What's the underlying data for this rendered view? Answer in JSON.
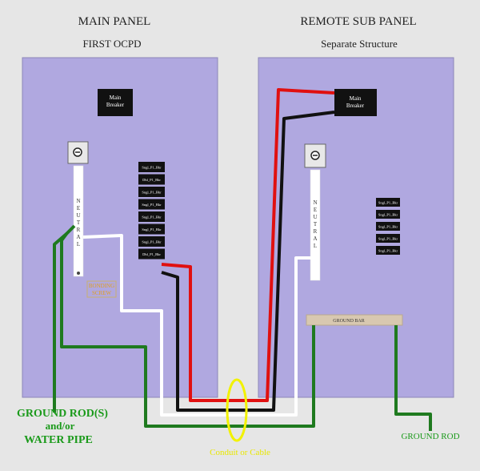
{
  "main_panel": {
    "title": "MAIN PANEL",
    "subtitle": "FIRST OCPD",
    "breaker_line1": "Main",
    "breaker_line2": "Breaker",
    "neutral_letters": [
      "N",
      "E",
      "U",
      "T",
      "R",
      "A",
      "L"
    ],
    "bonding_line1": "BONDING",
    "bonding_line2": "SCREW",
    "breakers": [
      "Sngl_P1_Bkr",
      "Dbl_P1_Bkr",
      "Sngl_P1_Bkr",
      "Sngl_P1_Bkr",
      "Sngl_P1_Bkr",
      "Sngl_P1_Bkr",
      "Sngl_P1_Bkr",
      "Dbl_P1_Bkr"
    ]
  },
  "sub_panel": {
    "title": "REMOTE SUB  PANEL",
    "subtitle": "Separate Structure",
    "breaker_line1": "Main",
    "breaker_line2": "Breaker",
    "neutral_letters": [
      "N",
      "E",
      "U",
      "T",
      "R",
      "A",
      "L"
    ],
    "ground_bar": "GROUND BAR",
    "breakers": [
      "Sngl_P1_Bkr",
      "Sngl_P1_Bkr",
      "Sngl_P1_Bkr",
      "Sngl_P1_Bkr",
      "Sngl_P1_Bkr"
    ]
  },
  "labels": {
    "ground_rods_line1": "GROUND ROD(S)",
    "ground_rods_line2": "and/or",
    "ground_rods_line3": "WATER PIPE",
    "conduit": "Conduit or Cable",
    "ground_rod_right": "GROUND ROD"
  },
  "colors": {
    "panel": "#b0a8e0",
    "background": "#e6e6e6",
    "hot_red": "#e01010",
    "hot_black": "#111111",
    "neutral_white": "#ffffff",
    "ground_green": "#1f7a1f",
    "conduit_yellow": "#f2f200",
    "ground_bar": "#d8c8b0"
  }
}
